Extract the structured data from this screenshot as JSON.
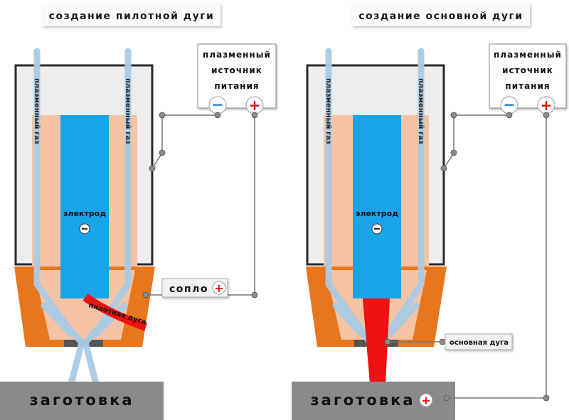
{
  "left": {
    "title": "создание пилотной дуги",
    "psu": [
      "плазменный",
      "источник",
      "питания"
    ],
    "gas_left": "плазменный газ",
    "gas_right": "плазменный газ",
    "electrode": "электрод",
    "nozzle": "сопло",
    "pilot_arc": "пилотная дуга",
    "workpiece": "заготовка"
  },
  "right": {
    "title": "создание основной дуги",
    "psu": [
      "плазменный",
      "источник",
      "питания"
    ],
    "gas_left": "плазменный газ",
    "gas_right": "плазменный газ",
    "electrode": "электрод",
    "main_arc": "основная дуга",
    "workpiece": "заготовка"
  },
  "symbols": {
    "minus": "−",
    "plus": "+"
  },
  "colors": {
    "gas": "#a9cbe6",
    "electrode": "#1aa4e8",
    "nozzle": "#e8761c",
    "torch_inner": "#f6c4a4",
    "arc": "#ee1111",
    "workpiece": "#8a8a8a",
    "minus": "#1a7fd0",
    "plus": "#e01010"
  }
}
